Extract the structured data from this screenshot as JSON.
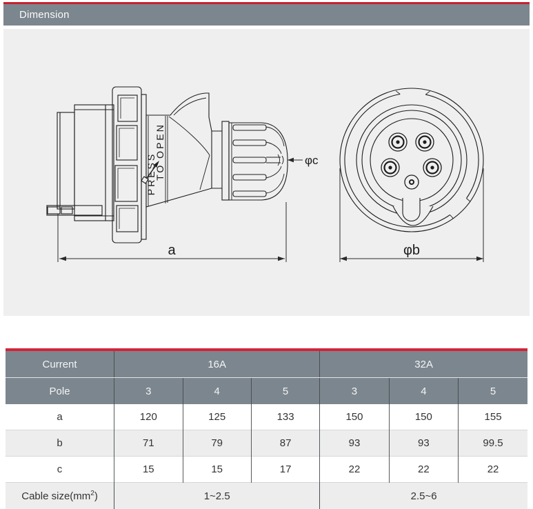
{
  "section": {
    "title": "Dimension"
  },
  "drawing": {
    "press_line1": "PRESS",
    "press_line2": "TO OPEN",
    "dim_a": "a",
    "dim_b": "φb",
    "dim_c": "φc"
  },
  "table": {
    "header_row1": {
      "col1": "Current",
      "group1": "16A",
      "group2": "32A"
    },
    "header_row2": {
      "col1": "Pole",
      "cells": [
        "3",
        "4",
        "5",
        "3",
        "4",
        "5"
      ]
    },
    "rows": [
      {
        "label": "a",
        "values": [
          "120",
          "125",
          "133",
          "150",
          "150",
          "155"
        ]
      },
      {
        "label": "b",
        "values": [
          "71",
          "79",
          "87",
          "93",
          "93",
          "99.5"
        ]
      },
      {
        "label": "c",
        "values": [
          "15",
          "15",
          "17",
          "22",
          "22",
          "22"
        ]
      }
    ],
    "cable_row": {
      "label_main": "Cable size(mm",
      "label_sup": "2",
      "label_close": ")",
      "values": [
        "1~2.5",
        "2.5~6"
      ]
    }
  },
  "colors": {
    "accent_red": "#c9202e",
    "table_top_red": "#d32438",
    "header_gray": "#7c868e",
    "panel_gray": "#efefef",
    "row_alt": "#ededed"
  }
}
